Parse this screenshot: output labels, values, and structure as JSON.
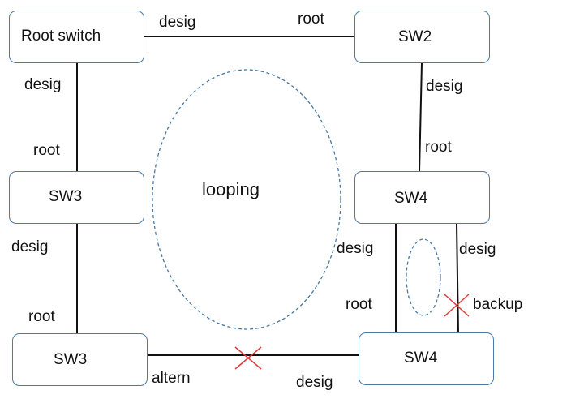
{
  "nodes": {
    "root_switch": "Root switch",
    "sw2": "SW2",
    "sw3_top": "SW3",
    "sw4_top": "SW4",
    "sw3_bottom": "SW3",
    "sw4_bottom": "SW4"
  },
  "port_labels": {
    "root_to_sw2_desig": "desig",
    "sw2_from_root_root": "root",
    "root_to_sw3_desig": "desig",
    "sw3_top_root": "root",
    "sw2_to_sw4_desig": "desig",
    "sw4_top_root": "root",
    "sw3_to_sw3_desig": "desig",
    "sw3_bottom_root": "root",
    "sw4_left_desig": "desig",
    "sw4_right_desig": "desig",
    "sw4_bottom_root": "root",
    "sw4_bottom_backup": "backup",
    "sw3_bottom_altern": "altern",
    "sw4_bottom_desig": "desig"
  },
  "annotations": {
    "loop_label": "looping"
  },
  "colors": {
    "node_border": "#4a7aa5",
    "loop_dash": "#4a7aa5",
    "blocked_mark": "#e03a3a",
    "link": "#111111"
  },
  "icons": {
    "blocked_port": "x-mark-icon"
  }
}
